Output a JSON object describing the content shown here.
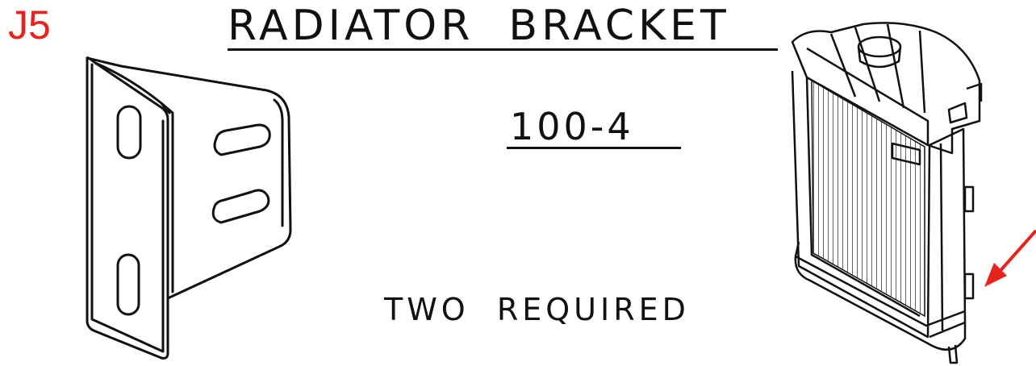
{
  "reference_code": "J5",
  "title": "RADIATOR  BRACKET",
  "part_number": "100-4",
  "quantity_note": "TWO  REQUIRED",
  "colors": {
    "reference_code": "#e8231e",
    "pointer_arrow": "#e8231e",
    "line_art": "#111111"
  },
  "illustrations": [
    "radiator-bracket-drawing",
    "radiator-assembly-drawing"
  ]
}
